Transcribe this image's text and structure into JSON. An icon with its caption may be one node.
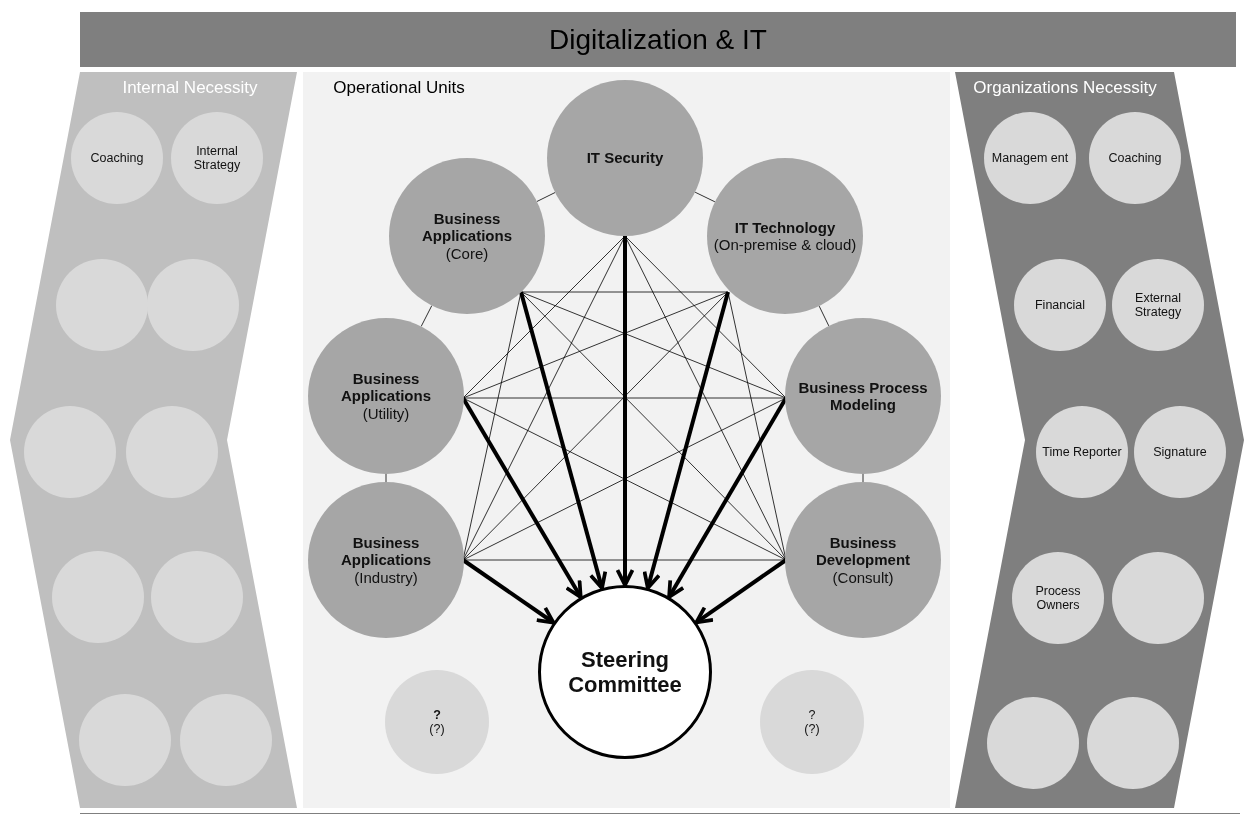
{
  "diagram": {
    "nodes": [
      {
        "text": [
          "Digitalization & IT"
        ]
      },
      {
        "text": [
          "Internal Necessity"
        ]
      },
      {
        "text": [
          "Coaching"
        ],
        "in": 1
      },
      {
        "text": [
          "Internal Strategy"
        ],
        "in": 1
      },
      {
        "text": [],
        "shape": "circle",
        "in": 1
      },
      {
        "text": [],
        "shape": "circle",
        "in": 1
      },
      {
        "text": [],
        "shape": "circle",
        "in": 1
      },
      {
        "text": [],
        "shape": "circle",
        "in": 1
      },
      {
        "text": [],
        "shape": "circle",
        "in": 1
      },
      {
        "text": [],
        "shape": "circle",
        "in": 1
      },
      {
        "text": [],
        "shape": "circle",
        "in": 1
      },
      {
        "text": [],
        "shape": "circle",
        "in": 1
      },
      {
        "text": [
          "Operational Units"
        ]
      },
      {
        "text": [
          "IT Security"
        ],
        "in": 12
      },
      {
        "text": [
          "Business Applications",
          "(Core)"
        ],
        "in": 12
      },
      {
        "text": [
          "IT Technology",
          "(On-premise & cloud)"
        ],
        "in": 12
      },
      {
        "text": [
          "Business Applications",
          "(Utility)"
        ],
        "in": 12
      },
      {
        "text": [
          "Business Process Modeling"
        ],
        "in": 12
      },
      {
        "text": [
          "Business Applications",
          "(Industry)"
        ],
        "in": 12
      },
      {
        "text": [
          "Business Development",
          "(Consult)"
        ],
        "in": 12
      },
      {
        "text": [
          "?",
          "(?)"
        ],
        "in": 12
      },
      {
        "text": [
          "Steering Committee"
        ],
        "in": 12
      },
      {
        "text": [
          "?",
          "(?)"
        ],
        "in": 12
      },
      {
        "text": [
          "Organizations Necessity"
        ]
      },
      {
        "text": [
          "Managem ent"
        ],
        "in": 23
      },
      {
        "text": [
          "Coaching"
        ],
        "in": 23
      },
      {
        "text": [
          "Financial"
        ],
        "in": 23
      },
      {
        "text": [
          "External Strategy"
        ],
        "in": 23
      },
      {
        "text": [
          "Time Reporter"
        ],
        "in": 23
      },
      {
        "text": [
          "Signature"
        ],
        "in": 23
      },
      {
        "text": [
          "Process Owners"
        ],
        "in": 23
      },
      {
        "text": [],
        "shape": "circle",
        "in": 23
      },
      {
        "text": [],
        "shape": "circle",
        "in": 23
      },
      {
        "text": [],
        "shape": "circle",
        "in": 23
      }
    ],
    "edges": [
      {
        "from": 13,
        "to": 14,
        "arrow": "none"
      },
      {
        "from": 13,
        "to": 15,
        "arrow": "none"
      },
      {
        "from": 14,
        "to": 16,
        "arrow": "none"
      },
      {
        "from": 15,
        "to": 17,
        "arrow": "none"
      },
      {
        "from": 16,
        "to": 18,
        "arrow": "none"
      },
      {
        "from": 17,
        "to": 19,
        "arrow": "none"
      },
      {
        "from": 13,
        "to": 16,
        "arrow": "none"
      },
      {
        "from": 13,
        "to": 17,
        "arrow": "none"
      },
      {
        "from": 13,
        "to": 18,
        "arrow": "none"
      },
      {
        "from": 13,
        "to": 19,
        "arrow": "none"
      },
      {
        "from": 14,
        "to": 15,
        "arrow": "none"
      },
      {
        "from": 14,
        "to": 17,
        "arrow": "none"
      },
      {
        "from": 14,
        "to": 18,
        "arrow": "none"
      },
      {
        "from": 14,
        "to": 19,
        "arrow": "none"
      },
      {
        "from": 15,
        "to": 16,
        "arrow": "none"
      },
      {
        "from": 15,
        "to": 18,
        "arrow": "none"
      },
      {
        "from": 15,
        "to": 19,
        "arrow": "none"
      },
      {
        "from": 16,
        "to": 17,
        "arrow": "none"
      },
      {
        "from": 16,
        "to": 19,
        "arrow": "none"
      },
      {
        "from": 17,
        "to": 18,
        "arrow": "none"
      },
      {
        "from": 18,
        "to": 19,
        "arrow": "none"
      },
      {
        "from": 13,
        "to": 21,
        "arrow": "to",
        "style": "thick"
      },
      {
        "from": 14,
        "to": 21,
        "arrow": "to",
        "style": "thick"
      },
      {
        "from": 15,
        "to": 21,
        "arrow": "to",
        "style": "thick"
      },
      {
        "from": 16,
        "to": 21,
        "arrow": "to",
        "style": "thick"
      },
      {
        "from": 17,
        "to": 21,
        "arrow": "to",
        "style": "thick"
      },
      {
        "from": 18,
        "to": 21,
        "arrow": "to",
        "style": "thick"
      },
      {
        "from": 19,
        "to": 21,
        "arrow": "to",
        "style": "thick"
      }
    ]
  }
}
